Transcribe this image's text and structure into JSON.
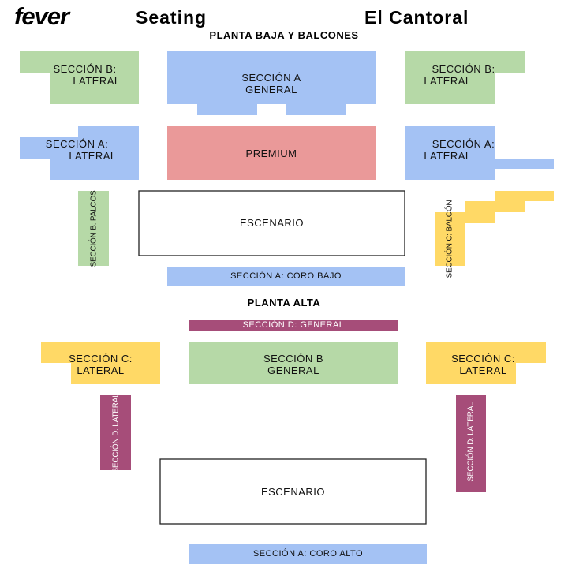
{
  "header": {
    "brand": "fever",
    "title": "Seating",
    "venue": "El Cantoral"
  },
  "floors": {
    "ground": "PLANTA BAJA Y BALCONES",
    "upper": "PLANTA ALTA"
  },
  "colors": {
    "green": "#b6d9a7",
    "blue": "#a4c2f4",
    "red": "#ea9999",
    "yellow": "#ffd966",
    "purple": "#a64d79",
    "stage": "#ffffff"
  },
  "sections": {
    "b_lateral_left": {
      "line1": "SECCIÓN B:",
      "line2": "LATERAL"
    },
    "a_general": {
      "line1": "SECCIÓN A",
      "line2": "GENERAL"
    },
    "b_lateral_right": {
      "line1": "SECCIÓN B:",
      "line2": "LATERAL"
    },
    "a_lateral_left": {
      "line1": "SECCIÓN A:",
      "line2": "LATERAL"
    },
    "premium": {
      "line1": "PREMIUM"
    },
    "a_lateral_right": {
      "line1": "SECCIÓN A:",
      "line2": "LATERAL"
    },
    "b_palcos": {
      "line1": "SECCIÓN B: PALCOS"
    },
    "stage_ground": {
      "line1": "ESCENARIO"
    },
    "c_balcon": {
      "line1": "SECCIÓN C: BALCÓN"
    },
    "a_coro_bajo": {
      "line1": "SECCIÓN A: CORO BAJO"
    },
    "d_general": {
      "line1": "SECCIÓN D: GENERAL"
    },
    "c_lateral_left": {
      "line1": "SECCIÓN C:",
      "line2": "LATERAL"
    },
    "b_general": {
      "line1": "SECCIÓN B",
      "line2": "GENERAL"
    },
    "c_lateral_right": {
      "line1": "SECCIÓN C:",
      "line2": "LATERAL"
    },
    "d_lateral_left": {
      "line1": "SECCIÓN D: LATERAL"
    },
    "stage_upper": {
      "line1": "ESCENARIO"
    },
    "d_lateral_right": {
      "line1": "SECCIÓN D: LATERAL"
    },
    "a_coro_alto": {
      "line1": "SECCIÓN A: CORO ALTO"
    }
  }
}
